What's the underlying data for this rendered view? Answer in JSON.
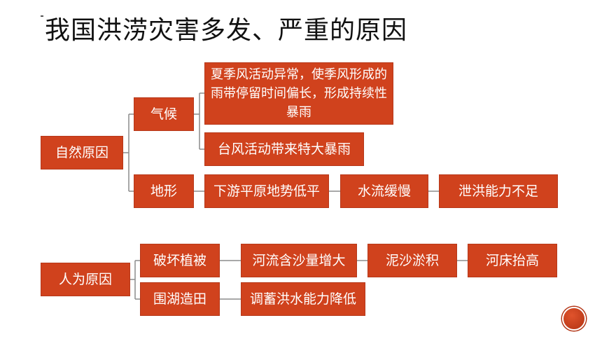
{
  "title": "我国洪涝灾害多发、严重的原因",
  "colors": {
    "box": "#d0421d",
    "line": "#8c8c8c",
    "text": "#ffffff"
  },
  "natural": {
    "root": "自然原因",
    "climate": {
      "label": "气候",
      "items": [
        "夏季风活动异常，使季风形成的雨带停留时间偏长，形成持续性暴雨",
        "台风活动带来特大暴雨"
      ]
    },
    "terrain": {
      "label": "地形",
      "chain": [
        "下游平原地势低平",
        "水流缓慢",
        "泄洪能力不足"
      ]
    }
  },
  "human": {
    "root": "人为原因",
    "deforest": {
      "label": "破坏植被",
      "chain": [
        "河流含沙量增大",
        "泥沙淤积",
        "河床抬高"
      ]
    },
    "reclaim": {
      "label": "围湖造田",
      "chain": [
        "调蓄洪水能力降低"
      ]
    }
  }
}
